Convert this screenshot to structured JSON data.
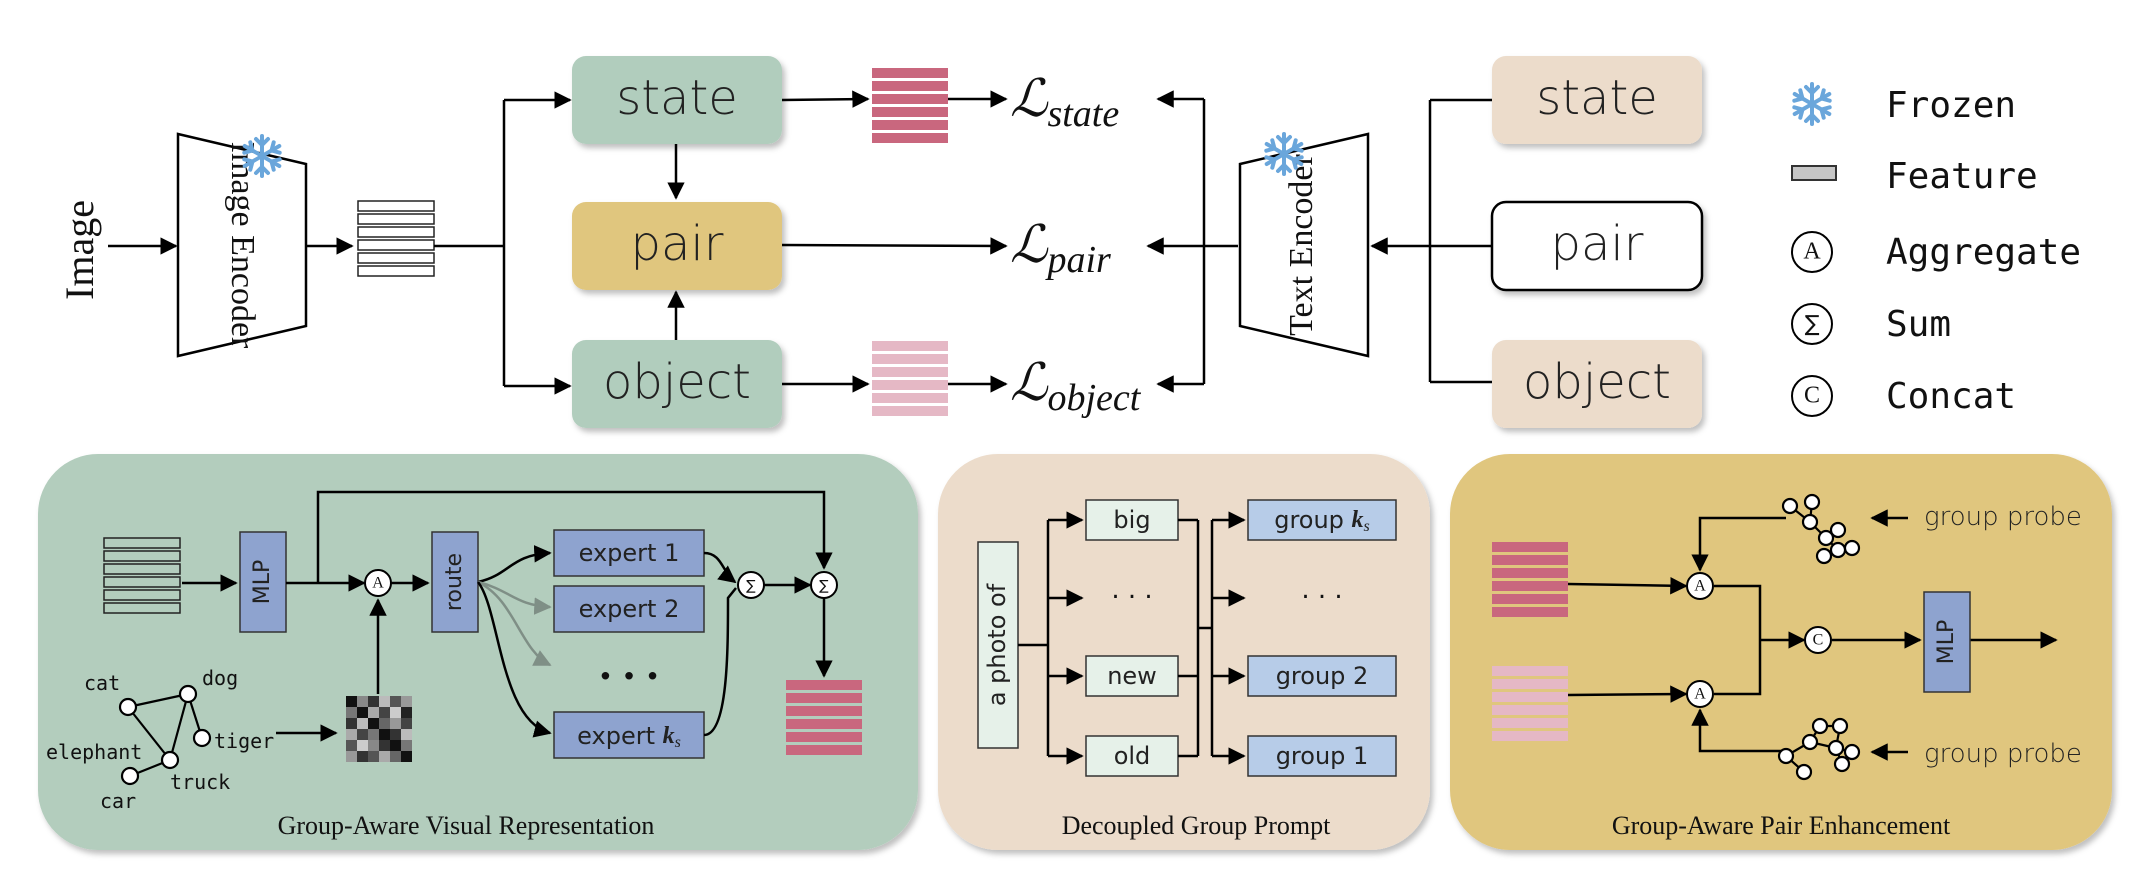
{
  "colors": {
    "state_box": "#b1cdbd",
    "pair_box": "#e0c67e",
    "object_box": "#b1cdbd",
    "text_box": "#ecdccb",
    "panel_green": "#b3cdbd",
    "panel_beige": "#ecdccb",
    "panel_gold": "#e0c67e",
    "state_feature": "#c9677e",
    "object_feature": "#e5b8c5",
    "expert_box": "#8ea3cf",
    "group_box": "#b7cce8",
    "prompt_box": "#e6f1e9",
    "snow": "#6aa6db"
  },
  "top": {
    "image_label": "Image",
    "image_encoder_label": "Image Encoder",
    "text_encoder_label": "Text Encoder",
    "visual": {
      "state": "state",
      "pair": "pair",
      "object": "object"
    },
    "text": {
      "state": "state",
      "pair": "pair",
      "object": "object"
    },
    "losses": {
      "state_main": "ℒ",
      "state_sub": "state",
      "pair_main": "ℒ",
      "pair_sub": "pair",
      "object_main": "ℒ",
      "object_sub": "object"
    }
  },
  "legend": {
    "frozen": "Frozen",
    "feature": "Feature",
    "aggregate": "Aggregate",
    "sum": "Sum",
    "concat": "Concat",
    "aggregate_symbol": "A",
    "sum_symbol": "∑",
    "concat_symbol": "C"
  },
  "panel1": {
    "caption": "Group-Aware Visual Representation",
    "mlp": "MLP",
    "route": "route",
    "expert1": "expert 1",
    "expert2": "expert 2",
    "ellipsis": "• • •",
    "expertk_main": "expert ",
    "expertk_sub": "s",
    "expertk_k": "k",
    "aggregate_symbol": "A",
    "sum_symbol": "∑",
    "graph": {
      "cat": "cat",
      "dog": "dog",
      "elephant": "elephant",
      "tiger": "tiger",
      "truck": "truck",
      "car": "car"
    }
  },
  "panel2": {
    "caption": "Decoupled Group Prompt",
    "prompt": "a photo of",
    "words": {
      "big": "big",
      "dots": "· · ·",
      "new": "new",
      "old": "old"
    },
    "groups": {
      "gk_main": "group ",
      "gk_k": "k",
      "gk_sub": "s",
      "dots": "· · ·",
      "g2": "group 2",
      "g1": "group 1"
    }
  },
  "panel3": {
    "caption": "Group-Aware Pair Enhancement",
    "probe_top": "group probe",
    "probe_bottom": "group probe",
    "mlp": "MLP",
    "aggregate_symbol": "A",
    "concat_symbol": "C"
  }
}
